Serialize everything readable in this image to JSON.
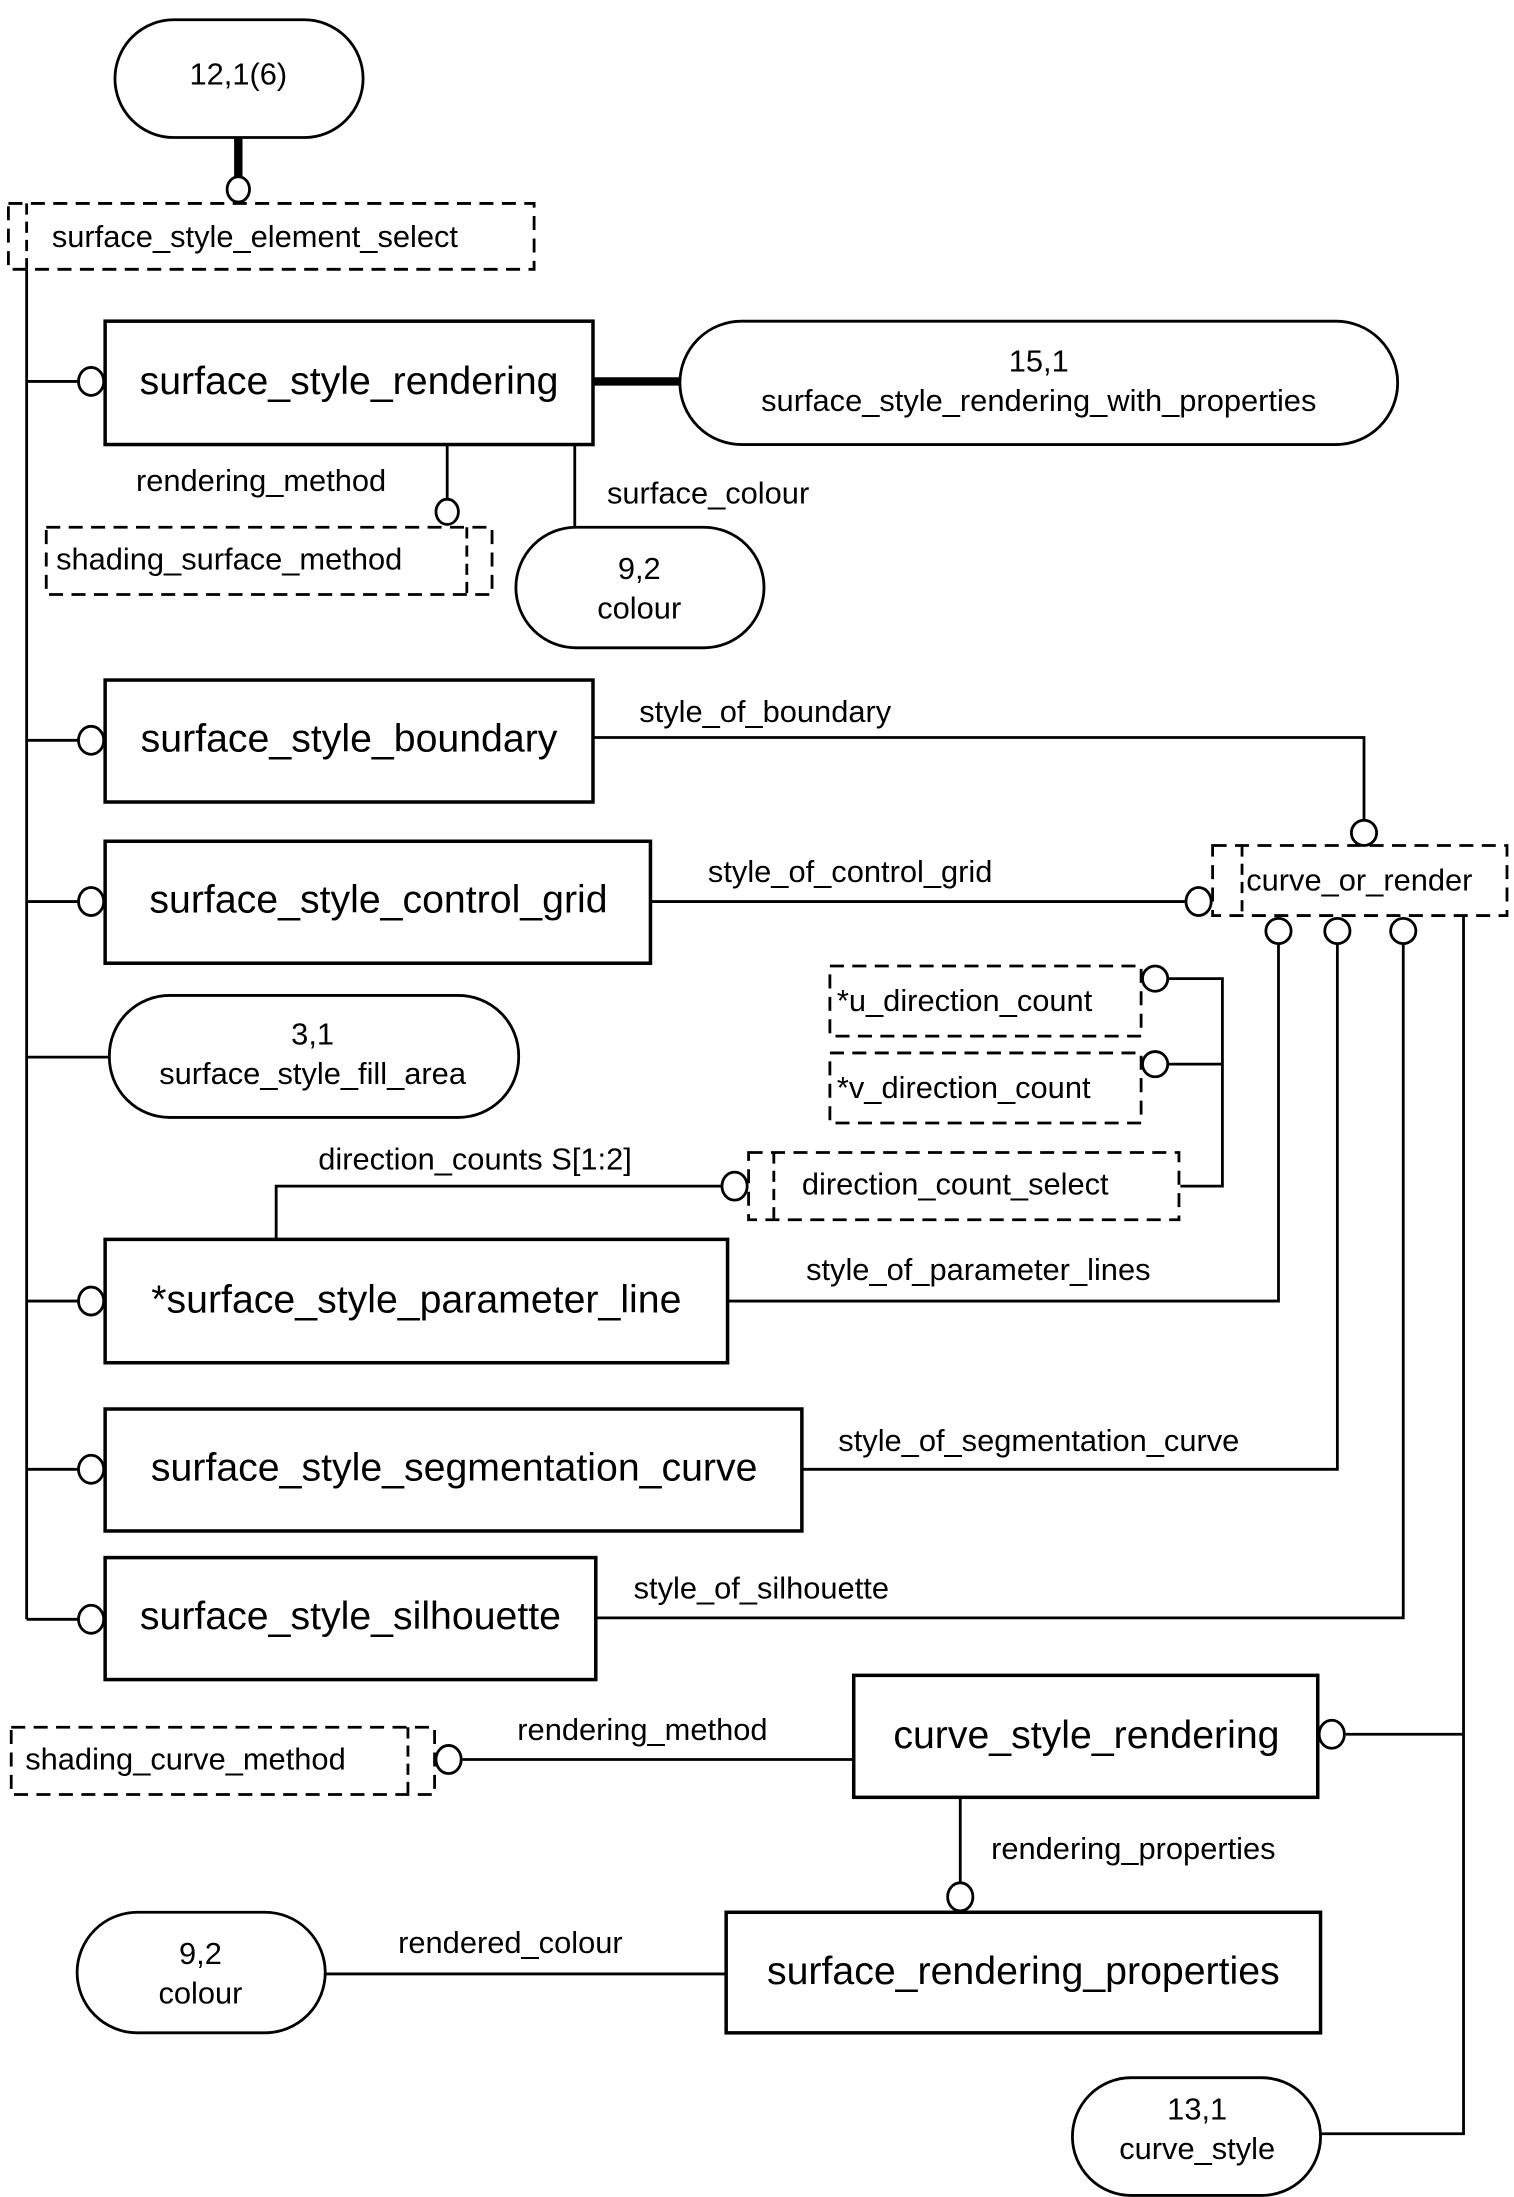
{
  "diagram": {
    "title_ref": "12,1(6)",
    "select_types": {
      "surface_style_element_select": "surface_style_element_select",
      "shading_surface_method": "shading_surface_method",
      "curve_or_render": "curve_or_render",
      "u_direction_count": "*u_direction_count",
      "v_direction_count": "*v_direction_count",
      "direction_count_select": "direction_count_select",
      "shading_curve_method": "shading_curve_method"
    },
    "entities": {
      "surface_style_rendering": "surface_style_rendering",
      "surface_style_boundary": "surface_style_boundary",
      "surface_style_control_grid": "surface_style_control_grid",
      "surface_style_parameter_line": "*surface_style_parameter_line",
      "surface_style_segmentation_curve": "surface_style_segmentation_curve",
      "surface_style_silhouette": "surface_style_silhouette",
      "curve_style_rendering": "curve_style_rendering",
      "surface_rendering_properties": "surface_rendering_properties"
    },
    "page_refs": {
      "rendering_with_properties": {
        "ref": "15,1",
        "name": "surface_style_rendering_with_properties"
      },
      "colour_top": {
        "ref": "9,2",
        "name": "colour"
      },
      "fill_area": {
        "ref": "3,1",
        "name": "surface_style_fill_area"
      },
      "colour_bottom": {
        "ref": "9,2",
        "name": "colour"
      },
      "curve_style": {
        "ref": "13,1",
        "name": "curve_style"
      }
    },
    "relationships": {
      "rendering_method_1": "rendering_method",
      "surface_colour": "surface_colour",
      "style_of_boundary": "style_of_boundary",
      "style_of_control_grid": "style_of_control_grid",
      "direction_counts": "direction_counts S[1:2]",
      "style_of_parameter_lines": "style_of_parameter_lines",
      "style_of_segmentation_curve": "style_of_segmentation_curve",
      "style_of_silhouette": "style_of_silhouette",
      "rendering_method_2": "rendering_method",
      "rendering_properties": "rendering_properties",
      "rendered_colour": "rendered_colour"
    }
  }
}
